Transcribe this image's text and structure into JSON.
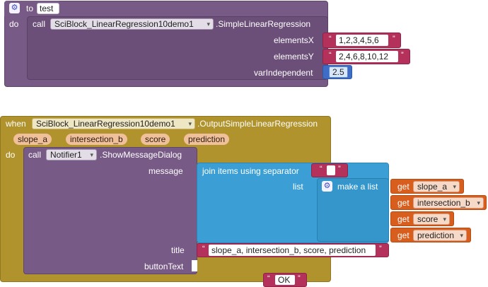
{
  "procedure": {
    "keyword_to": "to",
    "name": "test",
    "keyword_do": "do",
    "call_keyword": "call",
    "component": "SciBlock_LinearRegression10demo1",
    "method": ".SimpleLinearRegression",
    "args": [
      {
        "label": "elementsX",
        "value": "1,2,3,4,5,6",
        "kind": "text"
      },
      {
        "label": "elementsY",
        "value": "2,4,6,8,10,12",
        "kind": "text"
      },
      {
        "label": "varIndependent",
        "value": "2.5",
        "kind": "number"
      }
    ]
  },
  "event": {
    "keyword_when": "when",
    "component": "SciBlock_LinearRegression10demo1",
    "event_name": ".OutputSimpleLinearRegression",
    "params": [
      "slope_a",
      "intersection_b",
      "score",
      "prediction"
    ],
    "keyword_do": "do",
    "call": {
      "call_keyword": "call",
      "component": "Notifier1",
      "method": ".ShowMessageDialog",
      "message_label": "message",
      "join_label": "join items using separator",
      "separator_value": "",
      "list_label": "list",
      "make_list_label": "make a list",
      "gets": [
        {
          "keyword": "get",
          "var": "slope_a"
        },
        {
          "keyword": "get",
          "var": "intersection_b"
        },
        {
          "keyword": "get",
          "var": "score"
        },
        {
          "keyword": "get",
          "var": "prediction"
        }
      ],
      "title_label": "title",
      "title_value": "slope_a, intersection_b, score, prediction",
      "button_label": "buttonText",
      "button_value": "OK"
    }
  },
  "colors": {
    "procedure": "#785a86",
    "event": "#b0932c",
    "text_block": "#b3315a",
    "list_block": "#3b9fd6",
    "get_block": "#d85e1e",
    "number_block": "#3d6dc6"
  },
  "icons": {
    "mutator": "gear-icon",
    "dropdown": "chevron-down-icon"
  }
}
